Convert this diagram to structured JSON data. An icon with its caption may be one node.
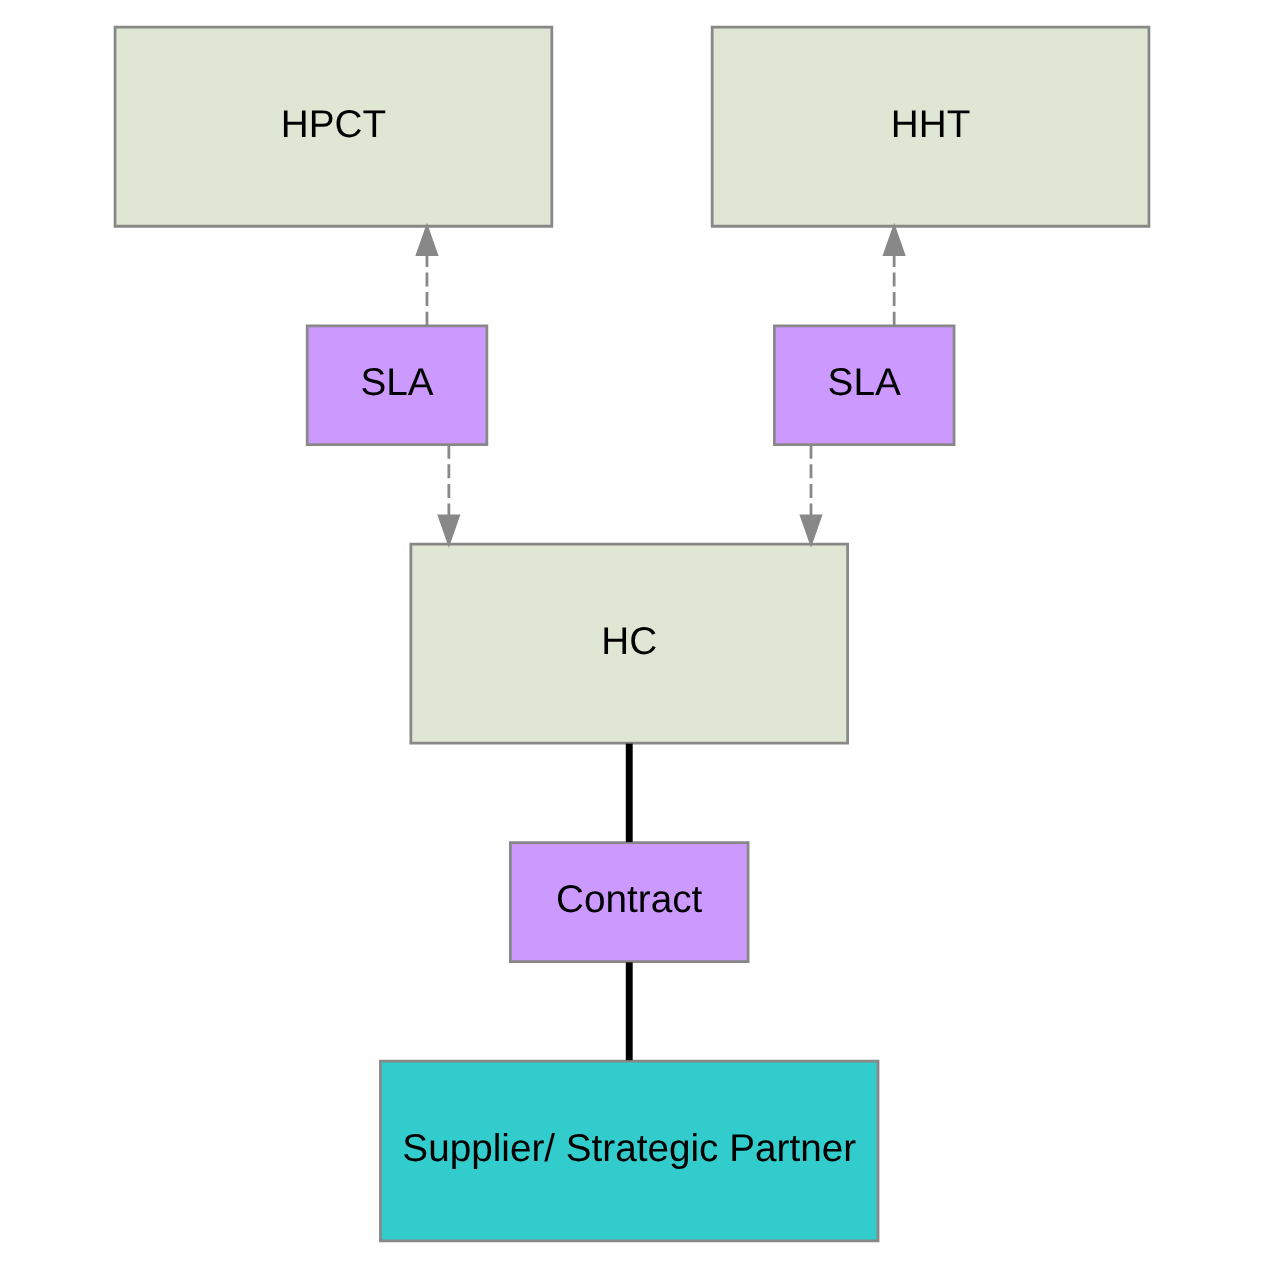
{
  "diagram": {
    "nodes": [
      {
        "text": [
          "HPCT"
        ]
      },
      {
        "text": [
          "HHT"
        ]
      },
      {
        "text": [
          "SLA"
        ]
      },
      {
        "text": [
          "SLA"
        ]
      },
      {
        "text": [
          "HC"
        ]
      },
      {
        "text": [
          "Contract"
        ]
      },
      {
        "text": [
          "Supplier/ Strategic Partner"
        ]
      }
    ],
    "edges": [
      {
        "from": 2,
        "to": 0,
        "arrow": "to",
        "style": "dashed"
      },
      {
        "from": 2,
        "to": 4,
        "arrow": "to",
        "style": "dashed"
      },
      {
        "from": 3,
        "to": 1,
        "arrow": "to",
        "style": "dashed"
      },
      {
        "from": 3,
        "to": 4,
        "arrow": "to",
        "style": "dashed"
      },
      {
        "from": 4,
        "to": 5,
        "arrow": "none",
        "style": "thick",
        "color": "#000000"
      },
      {
        "from": 5,
        "to": 6,
        "arrow": "none",
        "style": "thick",
        "color": "#000000"
      }
    ]
  }
}
